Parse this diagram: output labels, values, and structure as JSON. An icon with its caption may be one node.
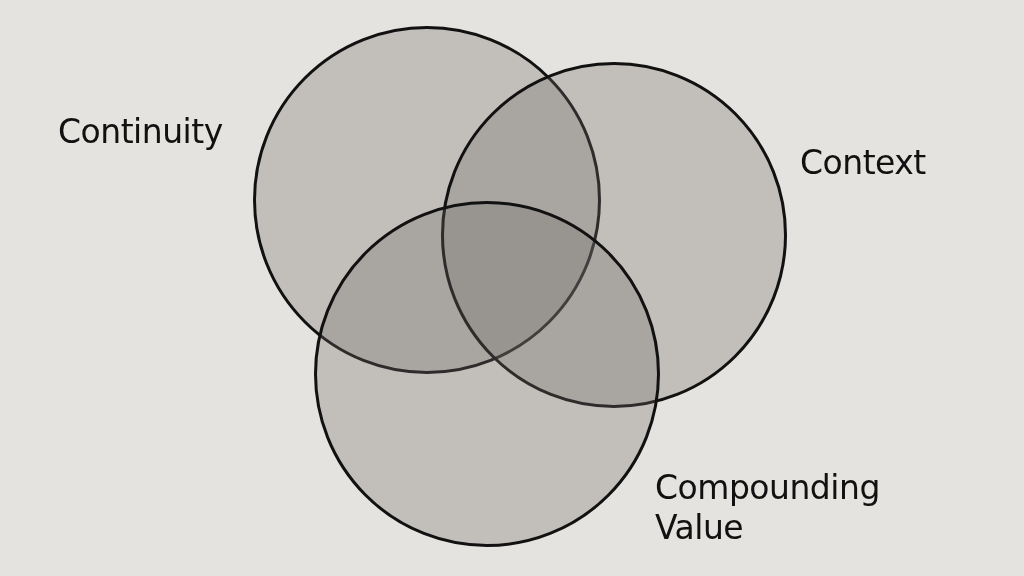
{
  "diagram": {
    "nodes": [
      {
        "text": [
          "Continuity"
        ]
      },
      {
        "text": [
          "Context"
        ]
      },
      {
        "text": [
          "Compounding Value"
        ]
      }
    ]
  }
}
